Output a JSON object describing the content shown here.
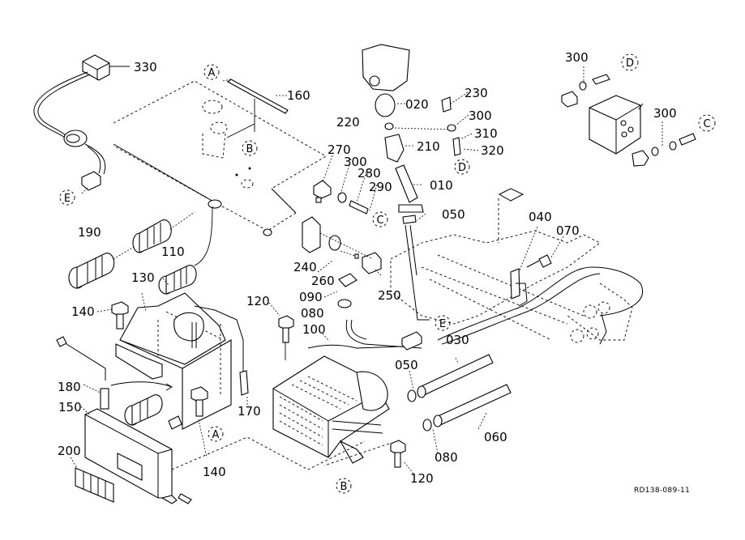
{
  "diagram": {
    "title_code": "RD138-089-11",
    "part_labels": [
      {
        "id": "p330",
        "text": "330"
      },
      {
        "id": "p160",
        "text": "160"
      },
      {
        "id": "p190",
        "text": "190"
      },
      {
        "id": "p110",
        "text": "110"
      },
      {
        "id": "p130",
        "text": "130"
      },
      {
        "id": "p140a",
        "text": "140"
      },
      {
        "id": "p180",
        "text": "180"
      },
      {
        "id": "p150",
        "text": "150"
      },
      {
        "id": "p200",
        "text": "200"
      },
      {
        "id": "p140b",
        "text": "140"
      },
      {
        "id": "p170",
        "text": "170"
      },
      {
        "id": "p120a",
        "text": "120"
      },
      {
        "id": "p080a",
        "text": "080"
      },
      {
        "id": "p100",
        "text": "100"
      },
      {
        "id": "p090",
        "text": "090"
      },
      {
        "id": "p260",
        "text": "260"
      },
      {
        "id": "p240",
        "text": "240"
      },
      {
        "id": "p250",
        "text": "250"
      },
      {
        "id": "p270",
        "text": "270"
      },
      {
        "id": "p300a",
        "text": "300"
      },
      {
        "id": "p280",
        "text": "280"
      },
      {
        "id": "p290",
        "text": "290"
      },
      {
        "id": "p220",
        "text": "220"
      },
      {
        "id": "p020",
        "text": "020"
      },
      {
        "id": "p210",
        "text": "210"
      },
      {
        "id": "p010",
        "text": "010"
      },
      {
        "id": "p050a",
        "text": "050"
      },
      {
        "id": "p230",
        "text": "230"
      },
      {
        "id": "p300b",
        "text": "300"
      },
      {
        "id": "p310",
        "text": "310"
      },
      {
        "id": "p320",
        "text": "320"
      },
      {
        "id": "p300c",
        "text": "300"
      },
      {
        "id": "p300d",
        "text": "300"
      },
      {
        "id": "p040",
        "text": "040"
      },
      {
        "id": "p070",
        "text": "070"
      },
      {
        "id": "p030",
        "text": "030"
      },
      {
        "id": "p050b",
        "text": "050"
      },
      {
        "id": "p060",
        "text": "060"
      },
      {
        "id": "p080b",
        "text": "080"
      },
      {
        "id": "p120b",
        "text": "120"
      }
    ],
    "callouts": [
      {
        "id": "cA1",
        "text": "A"
      },
      {
        "id": "cB1",
        "text": "B"
      },
      {
        "id": "cE1",
        "text": "E"
      },
      {
        "id": "cD1",
        "text": "D"
      },
      {
        "id": "cC1",
        "text": "C"
      },
      {
        "id": "cD2",
        "text": "D"
      },
      {
        "id": "cC2",
        "text": "C"
      },
      {
        "id": "cE2",
        "text": "E"
      },
      {
        "id": "cA2",
        "text": "A"
      },
      {
        "id": "cB2",
        "text": "B"
      }
    ]
  }
}
